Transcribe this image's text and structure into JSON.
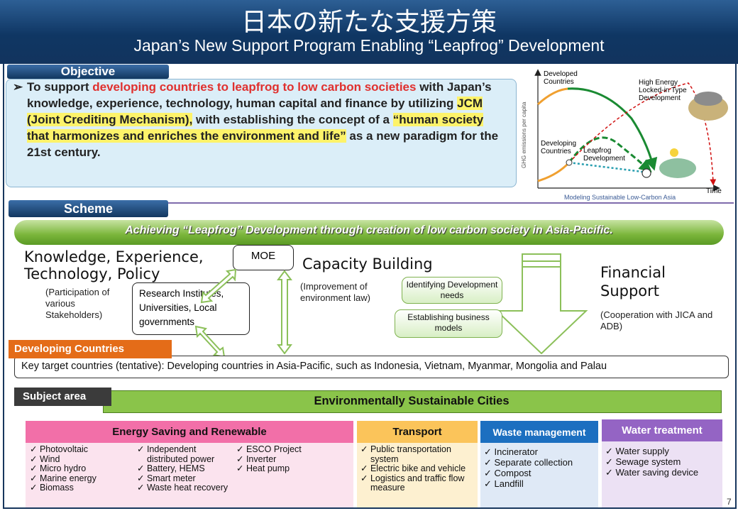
{
  "header": {
    "title": "日本の新たな支援方策",
    "subtitle": "Japan’s New Support  Program Enabling “Leapfrog” Development"
  },
  "objective": {
    "tab": "Objective",
    "arrow": "➢",
    "p1": "To support ",
    "p2": "developing countries to leapfrog to low carbon societies",
    "p3": " with Japan’s knowledge, experience, technology, human capital and finance by utilizing ",
    "p4": "JCM (Joint Crediting Mechanism),",
    "p5": " with establishing the concept of a ",
    "p6": "“human society that harmonizes and enriches the environment and life”",
    "p7": "   as a new paradigm for the 21st century."
  },
  "chart": {
    "ylabel": "GHG emissions per capita",
    "developed": "Developed Countries",
    "developing": "Developing Countries",
    "leapfrog": "Leapfrog Development",
    "high": "High Energy Locked-in Type Development",
    "xlabel": "Time",
    "caption": "Modeling Sustainable Low-Carbon Asia"
  },
  "scheme": {
    "tab": "Scheme",
    "banner": "Achieving “Leapfrog” Development through creation of low carbon society in Asia-Pacific.",
    "knowledge": "Knowledge, Experience, Technology, Policy",
    "participation": "(Participation of various Stakeholders)",
    "moe": "MOE",
    "research": "Research Institutes, Universities, Local governments",
    "capacity": "Capacity Building",
    "improvement": "(Improvement of environment law)",
    "identifying": "Identifying Development needs",
    "establishing": "Establishing business models",
    "financial": "Financial Support",
    "cooperation": "(Cooperation with JICA and ADB)"
  },
  "developing": {
    "tab": "Developing Countries",
    "key": "Key target countries (tentative): Developing countries in  Asia-Pacific, such as Indonesia, Vietnam, Myanmar, Mongolia and Palau"
  },
  "subject": {
    "tab": "Subject area",
    "title": "Environmentally Sustainable Cities"
  },
  "energy": {
    "title": "Energy Saving and Renewable",
    "col1": [
      "Photovoltaic",
      "Wind",
      "Micro hydro",
      "Marine  energy",
      "Biomass"
    ],
    "col2": [
      "Independent distributed power",
      "Battery, HEMS",
      "Smart meter",
      "Waste heat recovery"
    ],
    "col3": [
      "ESCO Project",
      "Inverter",
      "Heat pump"
    ]
  },
  "transport": {
    "title": "Transport",
    "items": [
      "Public transportation system",
      "Electric bike and vehicle",
      "Logistics and traffic flow measure"
    ]
  },
  "waste": {
    "title": "Waste management",
    "items": [
      "Incinerator",
      "Separate collection",
      "Compost",
      "Landfill"
    ]
  },
  "water": {
    "title": "Water treatment",
    "items": [
      "Water supply",
      "Sewage system",
      "Water saving device"
    ]
  },
  "page": "7",
  "colors": {
    "header": "#0f3663",
    "energy": "#f26fa8",
    "transport": "#fbc45a",
    "waste": "#1c6fc0",
    "water": "#9464c4"
  }
}
